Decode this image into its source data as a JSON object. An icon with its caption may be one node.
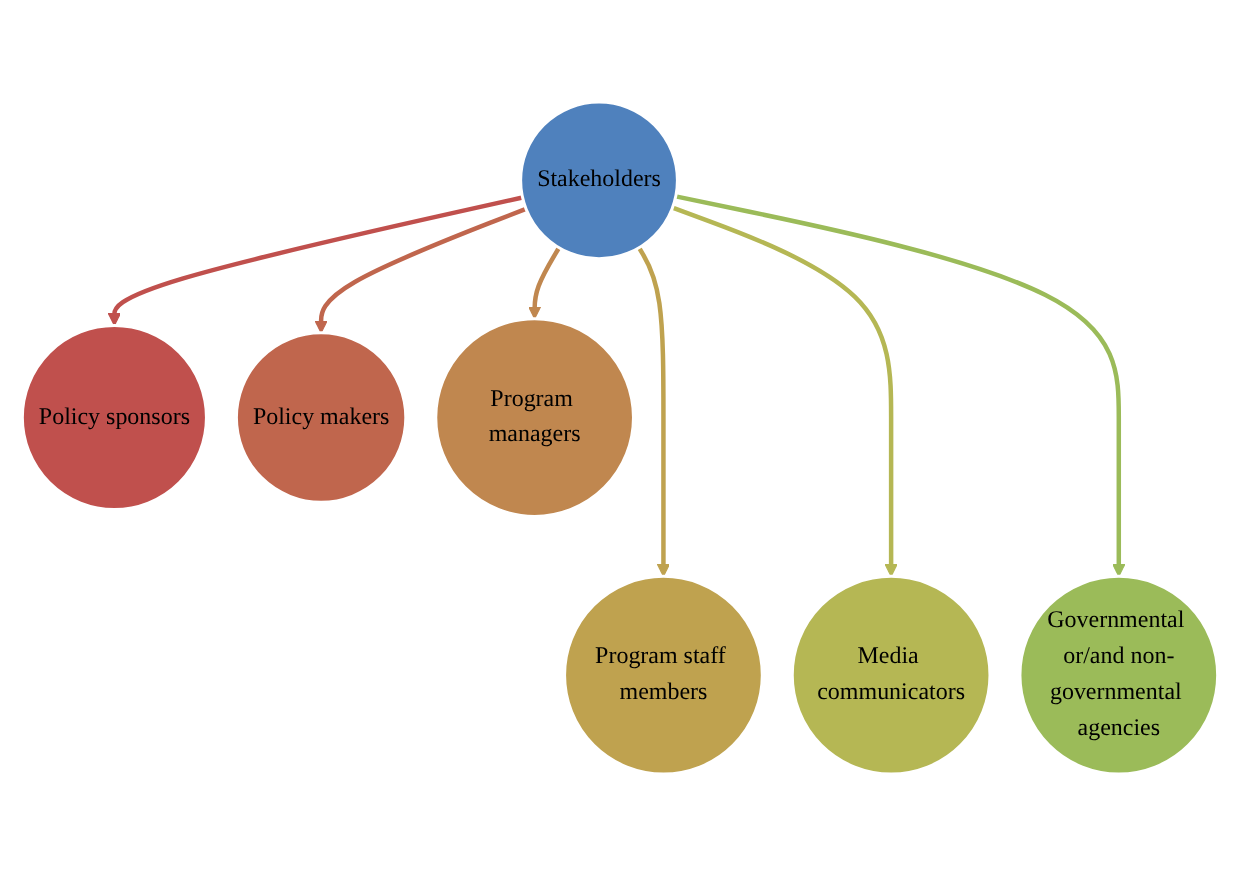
{
  "diagram": {
    "nodes": [
      {
        "text": [
          "Policy sponsors"
        ]
      },
      {
        "text": [
          "Governmental or/and non-governmental agencies"
        ]
      },
      {
        "text": [
          "Policy makers"
        ]
      },
      {
        "text": [
          "Stakeholders"
        ]
      },
      {
        "text": [
          "Media communicators"
        ]
      },
      {
        "text": [
          "Program managers"
        ]
      },
      {
        "text": [
          "Program staff members"
        ]
      }
    ],
    "edges": [
      {
        "from": 3,
        "to": 0,
        "arrow": "to",
        "color": "#c0504d"
      },
      {
        "from": 3,
        "to": 2,
        "arrow": "to",
        "color": "#c0664d"
      },
      {
        "from": 3,
        "to": 5,
        "arrow": "to",
        "color": "#c0874f"
      },
      {
        "from": 3,
        "to": 6,
        "arrow": "to",
        "color": "#bfa24f"
      },
      {
        "from": 3,
        "to": 4,
        "arrow": "to",
        "color": "#b5b754"
      },
      {
        "from": 3,
        "to": 1,
        "arrow": "to",
        "color": "#9bbb59"
      }
    ]
  }
}
